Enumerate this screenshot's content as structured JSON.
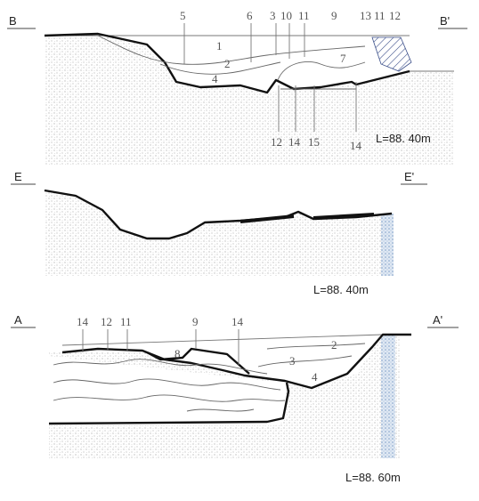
{
  "sections": [
    {
      "id": "BB",
      "start_label": "B",
      "end_label": "B'",
      "elevation": "L=88. 40m",
      "upper_numbers": [
        "5",
        "6",
        "3",
        "10",
        "11",
        "9",
        "13",
        "11",
        "12"
      ],
      "lower_numbers": [
        "12",
        "14",
        "15",
        "14"
      ],
      "inner_numbers": [
        "1",
        "2",
        "4",
        "7"
      ]
    },
    {
      "id": "EE",
      "start_label": "E",
      "end_label": "E'",
      "elevation": "L=88. 40m"
    },
    {
      "id": "AA",
      "start_label": "A",
      "end_label": "A'",
      "elevation": "L=88. 60m",
      "upper_numbers": [
        "14",
        "12",
        "11",
        "9",
        "14"
      ],
      "inner_numbers": [
        "8",
        "2",
        "3",
        "4"
      ]
    }
  ],
  "colors": {
    "ground_stipple": "#cfcfcf",
    "profile_line": "#111111",
    "hatch": "#3b4f8a",
    "blue_edge": "#8aa9cf"
  }
}
